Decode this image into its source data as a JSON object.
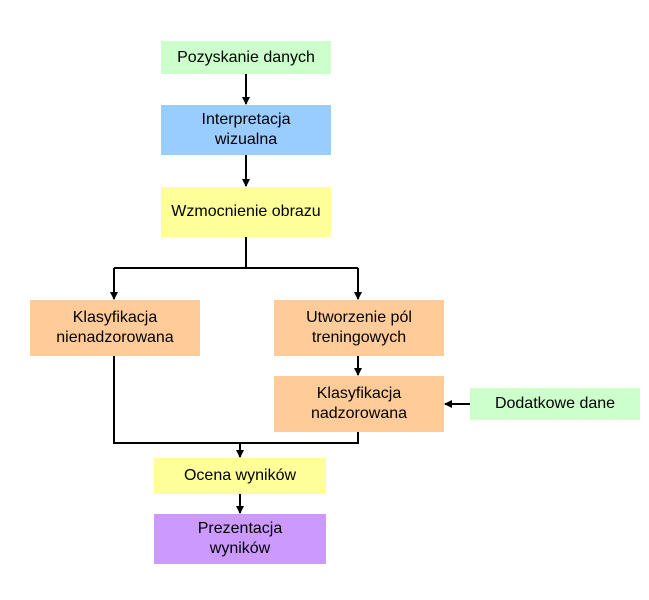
{
  "colors": {
    "green": "#ccffcc",
    "blue": "#99ccff",
    "yellow": "#ffff99",
    "orange": "#ffcc99",
    "purple": "#cc99ff",
    "line": "#000000"
  },
  "nodes": {
    "acquisition": "Pozyskanie danych",
    "visual_interpretation": "Interpretacja\nwizualna",
    "enhancement": "Wzmocnienie obrazu",
    "unsupervised": "Klasyfikacja\nnienadzorowana",
    "training_fields": "Utworzenie pól\ntreningowych",
    "supervised": "Klasyfikacja\nnadzorowana",
    "additional_data": "Dodatkowe dane",
    "evaluation": "Ocena wyników",
    "presentation": "Prezentacja\nwyników"
  }
}
